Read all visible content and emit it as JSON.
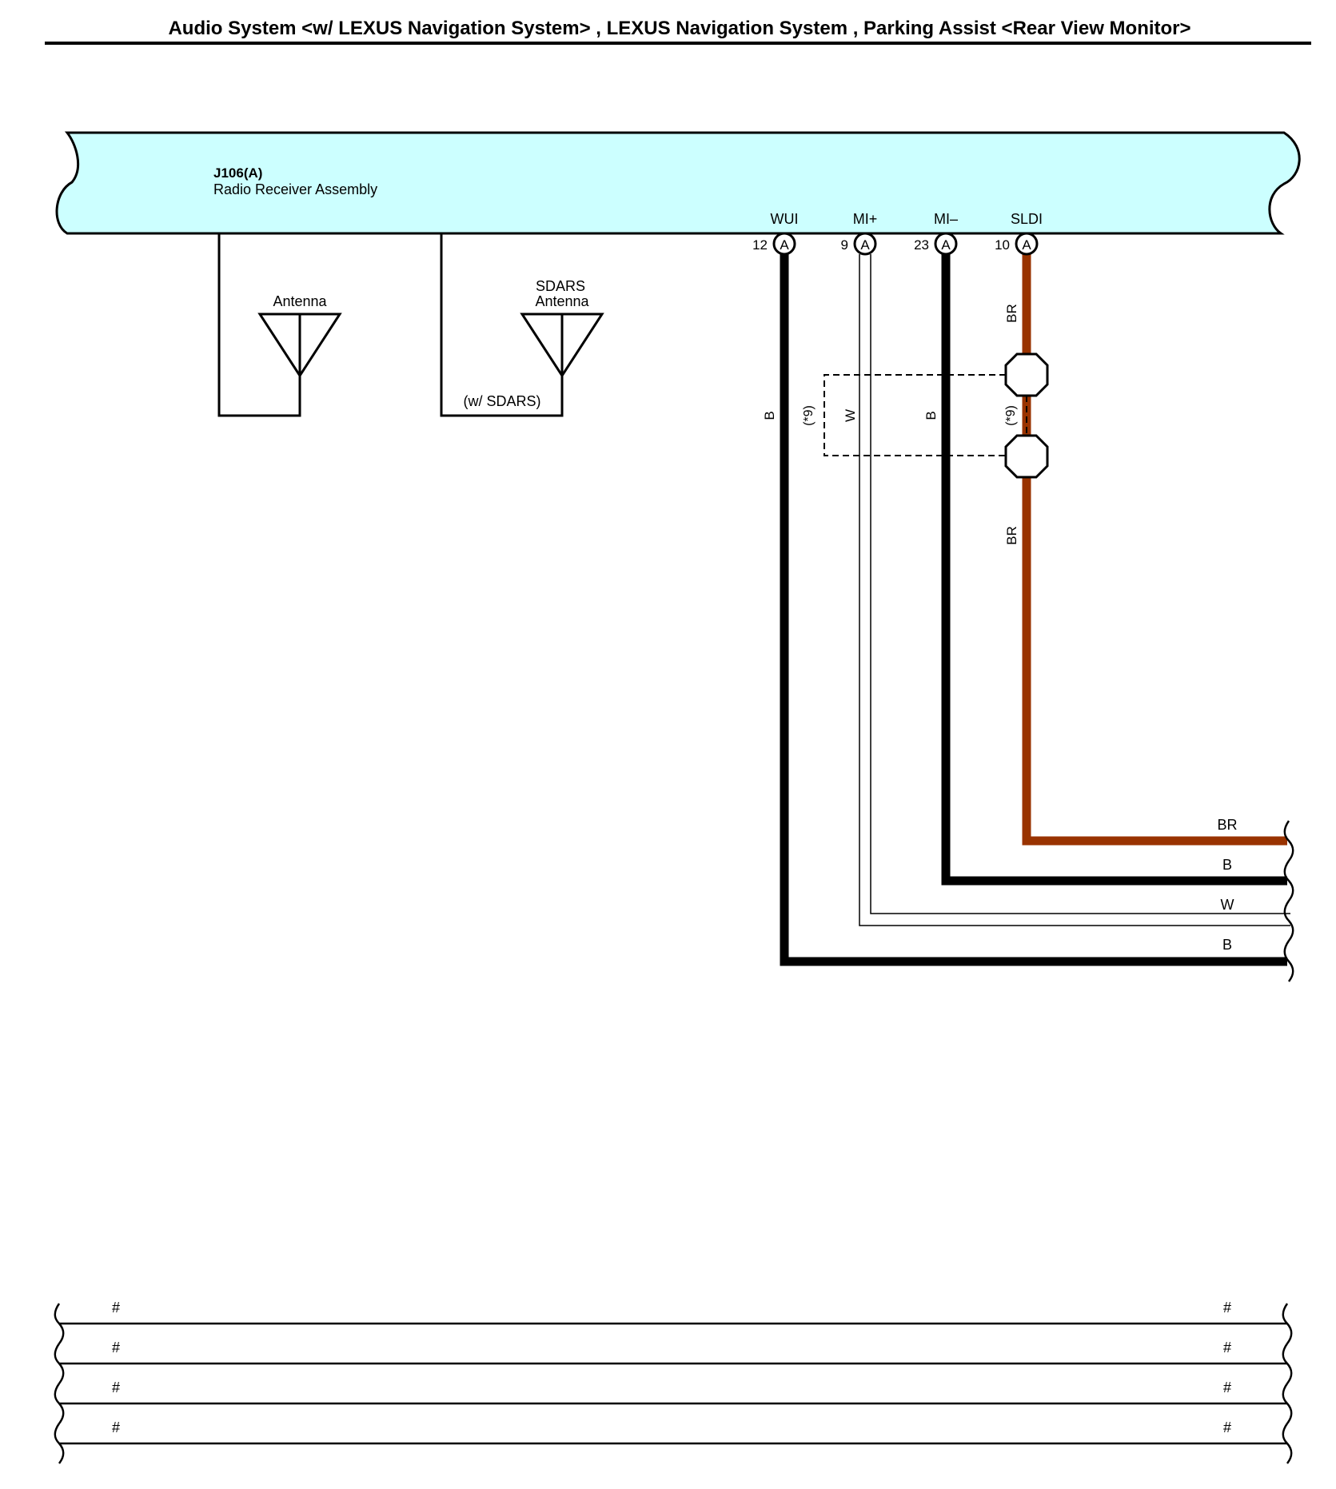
{
  "title": "Audio System <w/ LEXUS Navigation System> , LEXUS Navigation System , Parking Assist <Rear View Monitor>",
  "component": {
    "id": "J106(A)",
    "name": "Radio Receiver Assembly",
    "fill_color": "#ccffff"
  },
  "antennas": [
    {
      "label": "Antenna",
      "note": ""
    },
    {
      "label_line1": "SDARS",
      "label_line2": "Antenna",
      "note": "(w/ SDARS)"
    }
  ],
  "pins": [
    {
      "name": "WUI",
      "number": "12",
      "connector": "A"
    },
    {
      "name": "MI+",
      "number": "9",
      "connector": "A"
    },
    {
      "name": "MI–",
      "number": "23",
      "connector": "A"
    },
    {
      "name": "SLDI",
      "number": "10",
      "connector": "A"
    }
  ],
  "wires": {
    "wui": {
      "color_code": "B",
      "color": "#000000"
    },
    "mi_plus": {
      "color_code": "W",
      "shield_note": "(*9)"
    },
    "mi_minus": {
      "color_code": "B",
      "color": "#000000"
    },
    "sldi_upper": {
      "color_code": "BR",
      "color": "#993300"
    },
    "sldi_lower": {
      "color_code": "BR",
      "note": "(*9)"
    }
  },
  "outputs": [
    "BR",
    "B",
    "W",
    "B"
  ],
  "continuation_rows": [
    {
      "left": "#",
      "right": "#"
    },
    {
      "left": "#",
      "right": "#"
    },
    {
      "left": "#",
      "right": "#"
    },
    {
      "left": "#",
      "right": "#"
    }
  ]
}
